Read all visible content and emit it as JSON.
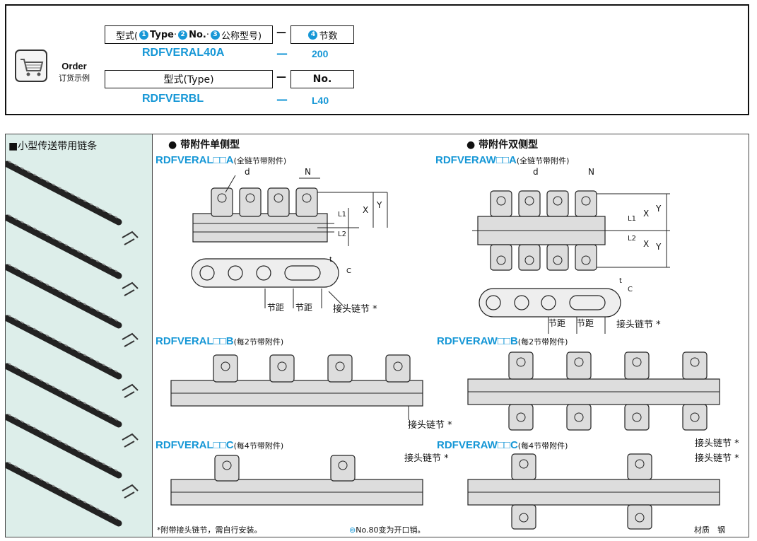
{
  "order": {
    "title": "Order",
    "subtitle": "订货示例",
    "row1_prefix": "型式(",
    "row1_type": "Type",
    "row1_sep1": " · ",
    "row1_no": "No.",
    "row1_sep2": " · ",
    "row1_name": "公称型号)",
    "circles": [
      "1",
      "2",
      "3",
      "4"
    ],
    "qty_label": "节数",
    "example1_model": "RDFVERAL40A",
    "example1_qty": "200",
    "row2_label": "型式(Type)",
    "row2_no": "No.",
    "example2_model": "RDFVERBL",
    "example2_no": "L40",
    "dash": "—"
  },
  "panel": {
    "title": "■小型传送带用链条"
  },
  "sections": {
    "single": "● 带附件单侧型",
    "double": "● 带附件双侧型"
  },
  "models": {
    "ala": "RDFVERAL□□A",
    "ala_note": "(全链节带附件)",
    "awa": "RDFVERAW□□A",
    "awa_note": "(全链节带附件)",
    "alb": "RDFVERAL□□B",
    "alb_note": "(每2节带附件)",
    "awb": "RDFVERAW□□B",
    "awb_note": "(每2节带附件)",
    "alc": "RDFVERAL□□C",
    "alc_note": "(每4节带附件)",
    "awc": "RDFVERAW□□C",
    "awc_note": "(每4节带附件)"
  },
  "labels": {
    "pitch": "节距",
    "joint": "接头链节 *",
    "d": "d",
    "n": "N",
    "x": "X",
    "y": "Y",
    "l1": "L1",
    "l2": "L2",
    "t": "t",
    "c": "C"
  },
  "footer": {
    "note1": "*附带接头链节，需自行安装。",
    "note2": "No.80变为开口销。",
    "material": "材质　钢"
  },
  "colors": {
    "accent": "#1697d6",
    "panel": "#ddeeea"
  }
}
